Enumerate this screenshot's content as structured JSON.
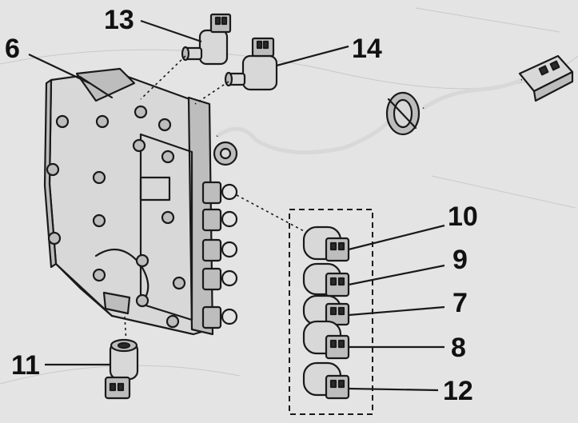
{
  "callouts": {
    "c6": "6",
    "c13": "13",
    "c14": "14",
    "c10": "10",
    "c9": "9",
    "c7": "7",
    "c8": "8",
    "c12": "12",
    "c11": "11"
  },
  "colors": {
    "background": "#e4e4e4",
    "ink": "#1a1a1a",
    "part_fill": "#d8d8d8",
    "shade": "#bdbdbd"
  }
}
